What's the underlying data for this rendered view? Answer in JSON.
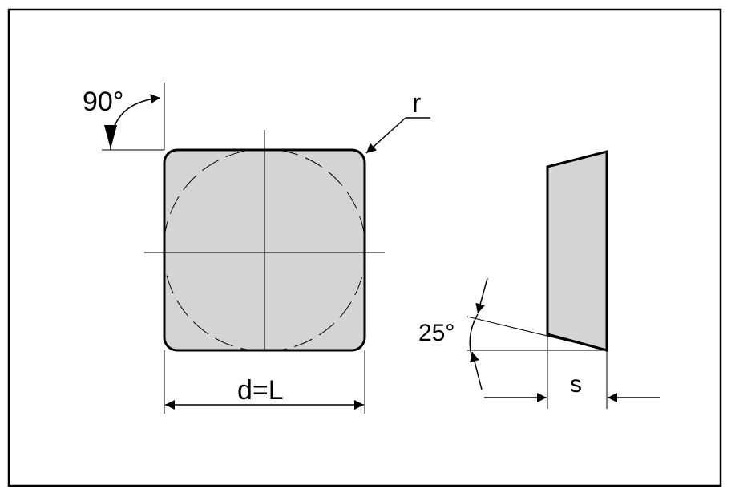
{
  "labels": {
    "angle_90": "90°",
    "radius": "r",
    "dimension_d_l": "d=L",
    "angle_25": "25°",
    "thickness": "s"
  },
  "colors": {
    "insert_fill": "#d4d4d4",
    "line": "#000000",
    "background": "#ffffff"
  }
}
